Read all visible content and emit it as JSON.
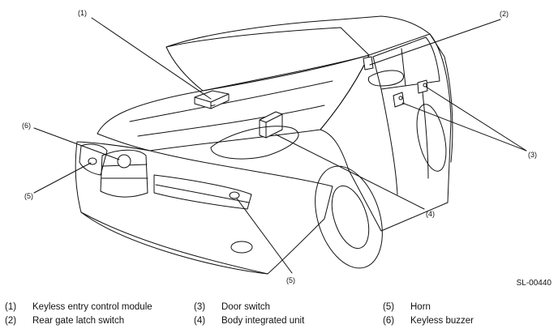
{
  "figure": {
    "id": "SL-00440"
  },
  "callouts": [
    "(1)",
    "(2)",
    "(3)",
    "(4)",
    "(5)",
    "(6)"
  ],
  "legend": [
    {
      "num": "(1)",
      "text": "Keyless entry control module"
    },
    {
      "num": "(2)",
      "text": "Rear gate latch switch"
    },
    {
      "num": "(3)",
      "text": "Door switch"
    },
    {
      "num": "(4)",
      "text": "Body integrated unit"
    },
    {
      "num": "(5)",
      "text": "Horn"
    },
    {
      "num": "(6)",
      "text": "Keyless buzzer"
    }
  ],
  "colors": {
    "ink": "#111111",
    "background": "#ffffff"
  }
}
